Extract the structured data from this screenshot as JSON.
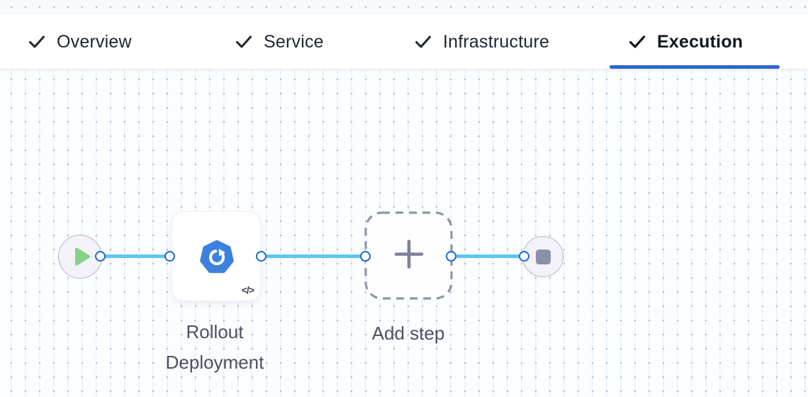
{
  "tabs": {
    "items": [
      {
        "label": "Overview",
        "checked": true,
        "active": false
      },
      {
        "label": "Service",
        "checked": true,
        "active": false
      },
      {
        "label": "Infrastructure",
        "checked": true,
        "active": false
      },
      {
        "label": "Execution",
        "checked": true,
        "active": true
      }
    ]
  },
  "canvas": {
    "start_node": {
      "icon": "play-icon"
    },
    "steps": [
      {
        "label": "Rollout Deployment",
        "icon": "rollout-deployment-icon",
        "code_badge": "</>"
      }
    ],
    "add_step": {
      "label": "Add step",
      "icon": "plus-icon"
    },
    "end_node": {
      "icon": "stop-icon"
    }
  },
  "colors": {
    "active_tab_underline": "#2b68d2",
    "connector_line": "#5ec5f2",
    "port_ring": "#2065d4",
    "step_icon_blue": "#3d81de",
    "play_green": "#85d287",
    "stop_gray": "#8b90a9",
    "node_fill": "#f3f2f9",
    "node_border": "#b2b5cc",
    "label_text": "#4b5064",
    "tab_text": "#1d2531"
  }
}
